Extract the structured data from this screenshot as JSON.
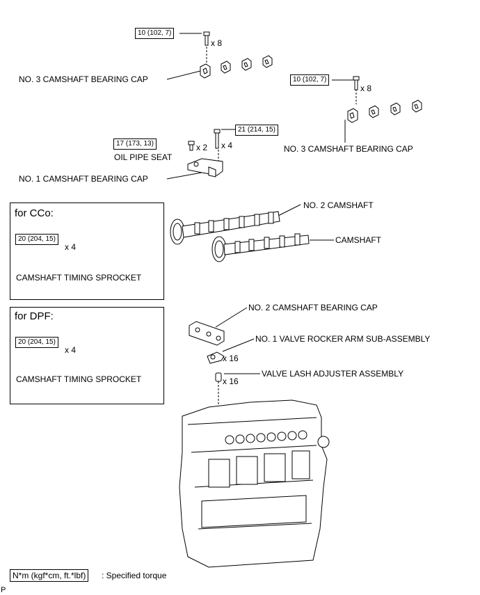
{
  "torque_top": "10 (102, 7)",
  "torque_right": "10 (102, 7)",
  "torque_oil": "17 (173, 13)",
  "torque_no1": "21 (214, 15)",
  "torque_cco": "20 (204, 15)",
  "torque_dpf": "20 (204, 15)",
  "qty_x8_top": "x 8",
  "qty_x8_right": "x 8",
  "qty_x2": "x 2",
  "qty_x4_no1": "x 4",
  "qty_x4_cco": "x 4",
  "qty_x4_dpf": "x 4",
  "qty_x16_rocker": "x 16",
  "qty_x16_lash": "x 16",
  "label_no3_cap_left": "NO. 3 CAMSHAFT BEARING CAP",
  "label_no3_cap_right": "NO. 3 CAMSHAFT BEARING CAP",
  "label_oil_pipe_seat": "OIL PIPE SEAT",
  "label_no1_cap": "NO. 1 CAMSHAFT BEARING CAP",
  "label_no2_camshaft": "NO. 2 CAMSHAFT",
  "label_camshaft": "CAMSHAFT",
  "label_no2_cap": "NO. 2 CAMSHAFT BEARING CAP",
  "label_rocker": "NO. 1 VALVE ROCKER ARM SUB-ASSEMBLY",
  "label_lash": "VALVE LASH ADJUSTER ASSEMBLY",
  "panel_cco_title": "for CCo:",
  "panel_dpf_title": "for DPF:",
  "label_sprocket_cco": "CAMSHAFT TIMING SPROCKET",
  "label_sprocket_dpf": "CAMSHAFT TIMING SPROCKET",
  "legend_unit": "N*m (kgf*cm, ft.*lbf)",
  "legend_text": ": Specified torque",
  "corner_code": "P"
}
